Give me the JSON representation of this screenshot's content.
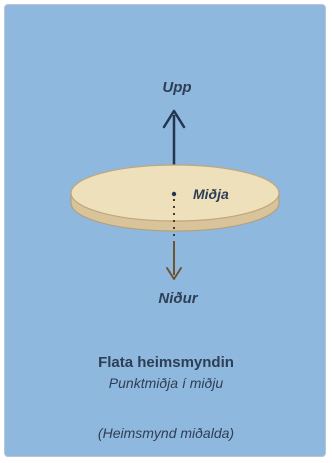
{
  "labels": {
    "up": "Upp",
    "center": "Miðja",
    "down": "Niður"
  },
  "caption": {
    "title": "Flata heimsmyndin",
    "subtitle": "Punktmiðja í miðju",
    "note": "(Heimsmynd miðalda)"
  },
  "colors": {
    "background": "#8fb8de",
    "disc_top": "#eee0bb",
    "disc_edge": "#c0a77c",
    "arrow": "#23354f",
    "arrow_down": "#6f5432"
  }
}
